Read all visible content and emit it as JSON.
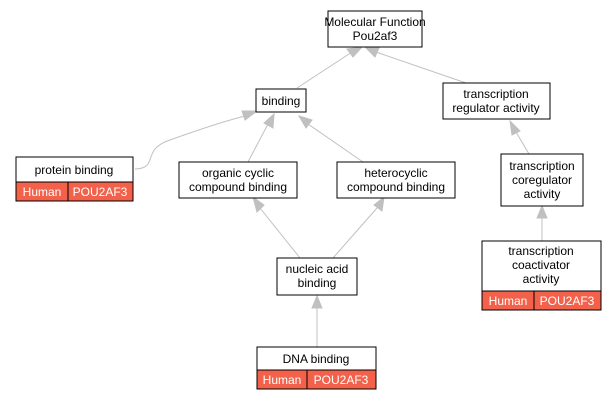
{
  "colors": {
    "annotation_fill": "#f4614a",
    "edge": "#c0c0c0",
    "node_border": "#000000"
  },
  "nodes": {
    "molecular_function": {
      "lines": [
        "Molecular Function",
        "Pou2af3"
      ]
    },
    "binding": {
      "lines": [
        "binding"
      ]
    },
    "transcription_regulator_activity": {
      "lines": [
        "transcription",
        "regulator activity"
      ]
    },
    "protein_binding": {
      "lines": [
        "protein binding"
      ],
      "annotation": {
        "species": "Human",
        "gene": "POU2AF3"
      }
    },
    "organic_cyclic_compound_binding": {
      "lines": [
        "organic cyclic",
        "compound binding"
      ]
    },
    "heterocyclic_compound_binding": {
      "lines": [
        "heterocyclic",
        "compound binding"
      ]
    },
    "transcription_coregulator_activity": {
      "lines": [
        "transcription",
        "coregulator",
        "activity"
      ]
    },
    "nucleic_acid_binding": {
      "lines": [
        "nucleic acid",
        "binding"
      ]
    },
    "transcription_coactivator_activity": {
      "lines": [
        "transcription",
        "coactivator",
        "activity"
      ],
      "annotation": {
        "species": "Human",
        "gene": "POU2AF3"
      }
    },
    "dna_binding": {
      "lines": [
        "DNA binding"
      ],
      "annotation": {
        "species": "Human",
        "gene": "POU2AF3"
      }
    }
  }
}
